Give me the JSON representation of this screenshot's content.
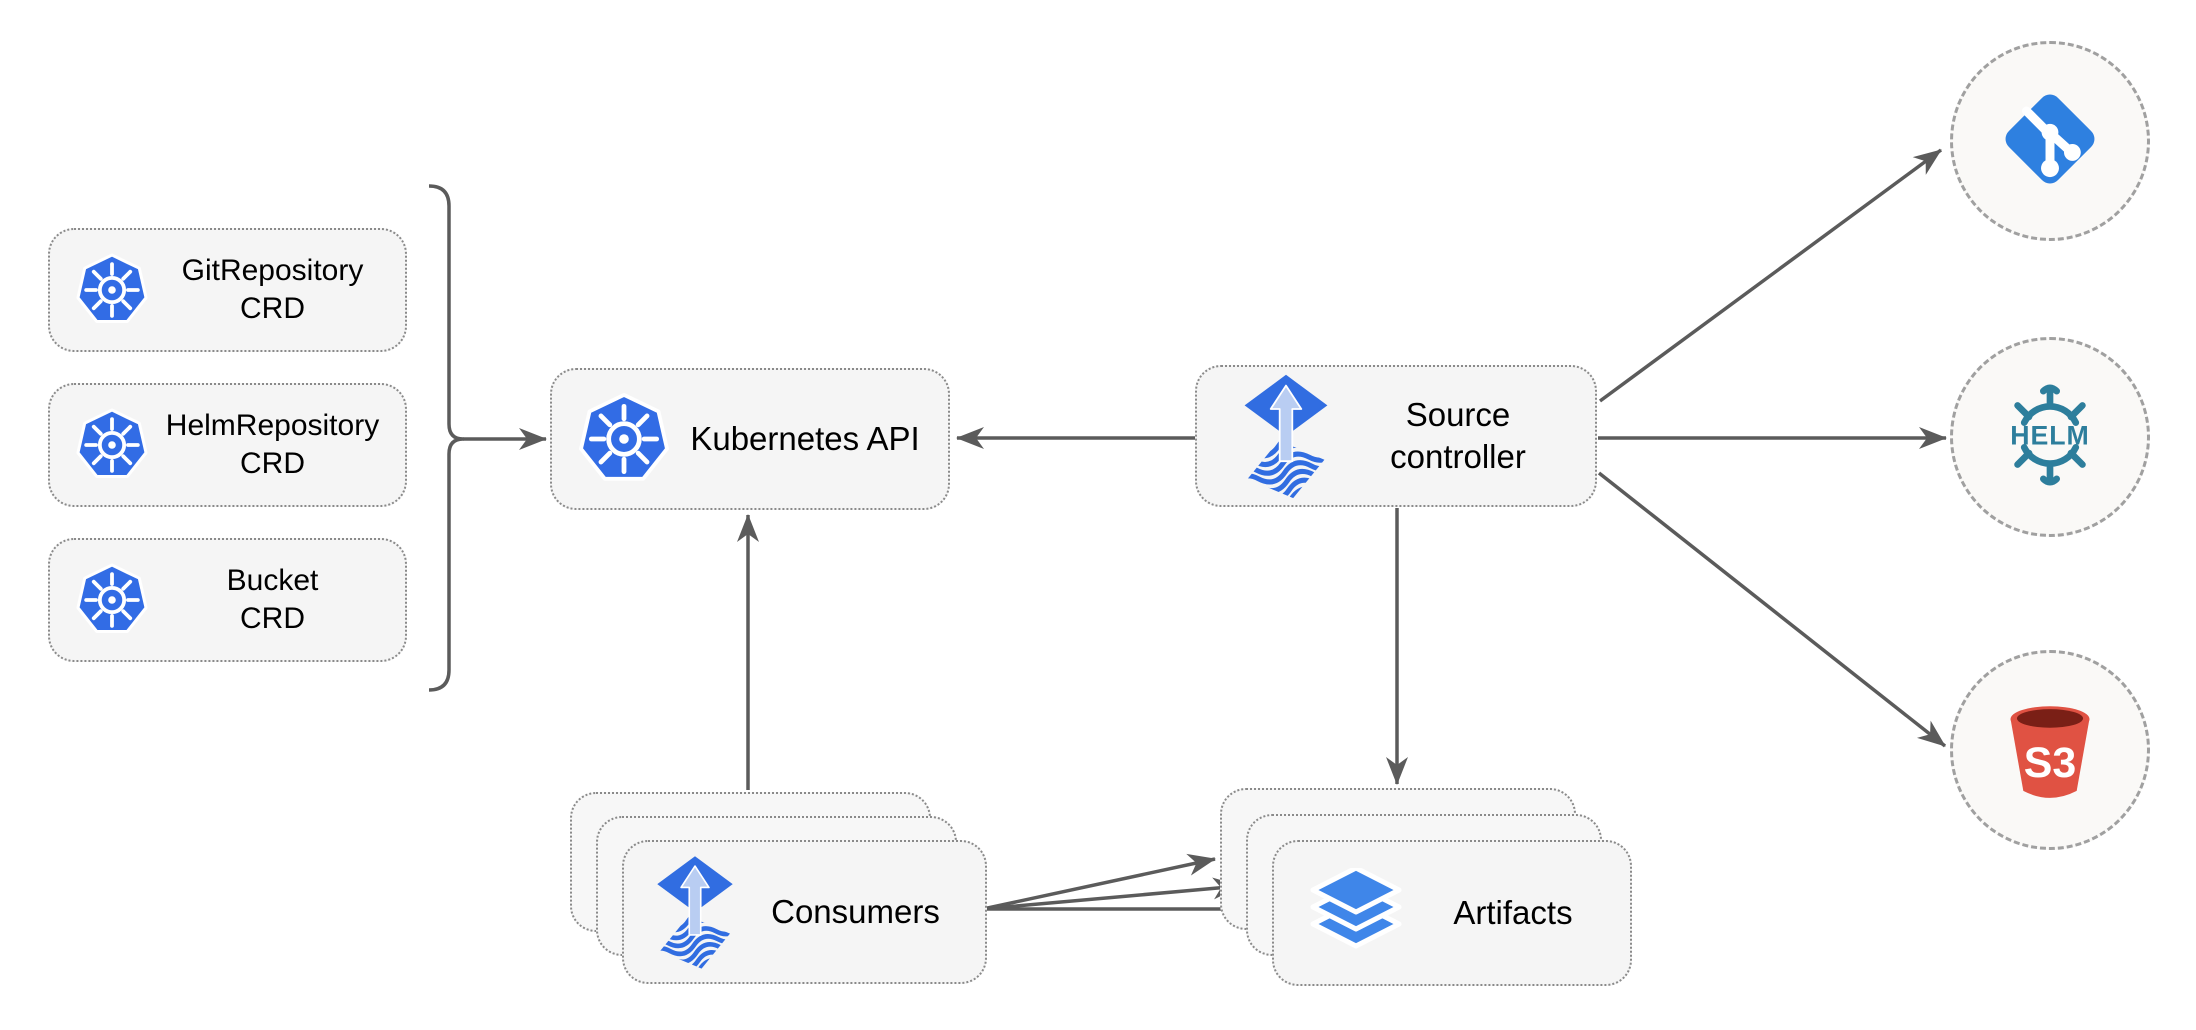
{
  "diagram_type": "architecture-diagram",
  "nodes": {
    "crds": [
      {
        "line1": "GitRepository",
        "line2": "CRD",
        "icon": "kubernetes-icon"
      },
      {
        "line1": "HelmRepository",
        "line2": "CRD",
        "icon": "kubernetes-icon"
      },
      {
        "line1": "Bucket",
        "line2": "CRD",
        "icon": "kubernetes-icon"
      }
    ],
    "kubernetes_api": {
      "label": "Kubernetes API",
      "icon": "kubernetes-icon"
    },
    "source_controller": {
      "line1": "Source",
      "line2": "controller",
      "icon": "flux-icon"
    },
    "consumers": {
      "label": "Consumers",
      "icon": "flux-icon",
      "stacked": 3
    },
    "artifacts": {
      "label": "Artifacts",
      "icon": "layers-icon",
      "stacked": 3
    },
    "git_endpoint": {
      "icon": "git-icon"
    },
    "helm_endpoint": {
      "icon": "helm-icon",
      "icon_text": "HELM"
    },
    "s3_endpoint": {
      "icon": "s3-bucket-icon",
      "icon_text": "S3"
    }
  },
  "edges": [
    "crds-bracket to kubernetes-api",
    "source-controller to kubernetes-api",
    "consumers to kubernetes-api",
    "source-controller to artifacts",
    "source-controller to git-endpoint",
    "source-controller to helm-endpoint",
    "source-controller to s3-endpoint",
    "consumers to artifacts (x3)"
  ],
  "colors": {
    "box_fill": "#f5f5f5",
    "box_border": "#8a8a8a",
    "circle_fill": "#faf9f7",
    "circle_border": "#a0a0a0",
    "arrow": "#5b5b5b",
    "text": "#000000",
    "kubernetes_blue": "#326ce5",
    "flux_blue": "#316de1",
    "flux_arrow_light": "#b9cdf2",
    "git_blue": "#2e80e0",
    "helm_teal": "#2d7e9c",
    "s3_red": "#e05243",
    "s3_dark": "#7a1f16",
    "artifact_blue": "#3f86e9"
  }
}
